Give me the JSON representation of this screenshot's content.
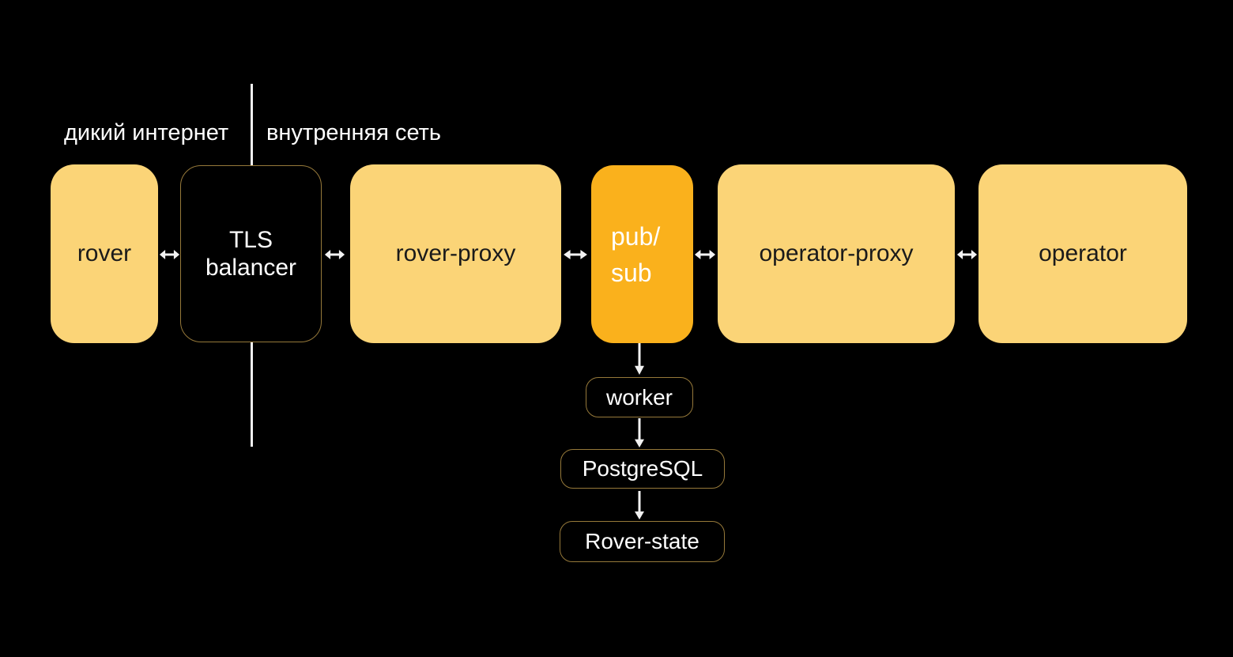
{
  "colors": {
    "background": "#000000",
    "node_yellow": "#FBD477",
    "node_orange": "#FAB11C",
    "outline_gold": "#96793A",
    "text_dark": "#1A1A1A",
    "text_light": "#FFFFFF",
    "connector_white": "#F2F2F2"
  },
  "zones": {
    "left_label": "дикий интернет",
    "right_label": "внутренняя сеть"
  },
  "nodes": {
    "rover": {
      "label": "rover"
    },
    "tls_balancer": {
      "line1": "TLS",
      "line2": "balancer"
    },
    "rover_proxy": {
      "label": "rover-proxy"
    },
    "pub_sub": {
      "line1": "pub/",
      "line2": "sub"
    },
    "operator_proxy": {
      "label": "operator-proxy"
    },
    "operator": {
      "label": "operator"
    },
    "worker": {
      "label": "worker"
    },
    "postgresql": {
      "label": "PostgreSQL"
    },
    "rover_state": {
      "label": "Rover-state"
    }
  },
  "icons": {
    "bidirectional_arrow": "↔",
    "down_arrow": "↓"
  },
  "edges": [
    {
      "from": "rover",
      "to": "tls_balancer",
      "type": "bidirectional"
    },
    {
      "from": "tls_balancer",
      "to": "rover_proxy",
      "type": "bidirectional"
    },
    {
      "from": "rover_proxy",
      "to": "pub_sub",
      "type": "bidirectional"
    },
    {
      "from": "pub_sub",
      "to": "operator_proxy",
      "type": "bidirectional"
    },
    {
      "from": "operator_proxy",
      "to": "operator",
      "type": "bidirectional"
    },
    {
      "from": "pub_sub",
      "to": "worker",
      "type": "down"
    },
    {
      "from": "worker",
      "to": "postgresql",
      "type": "down"
    },
    {
      "from": "postgresql",
      "to": "rover_state",
      "type": "down"
    }
  ]
}
